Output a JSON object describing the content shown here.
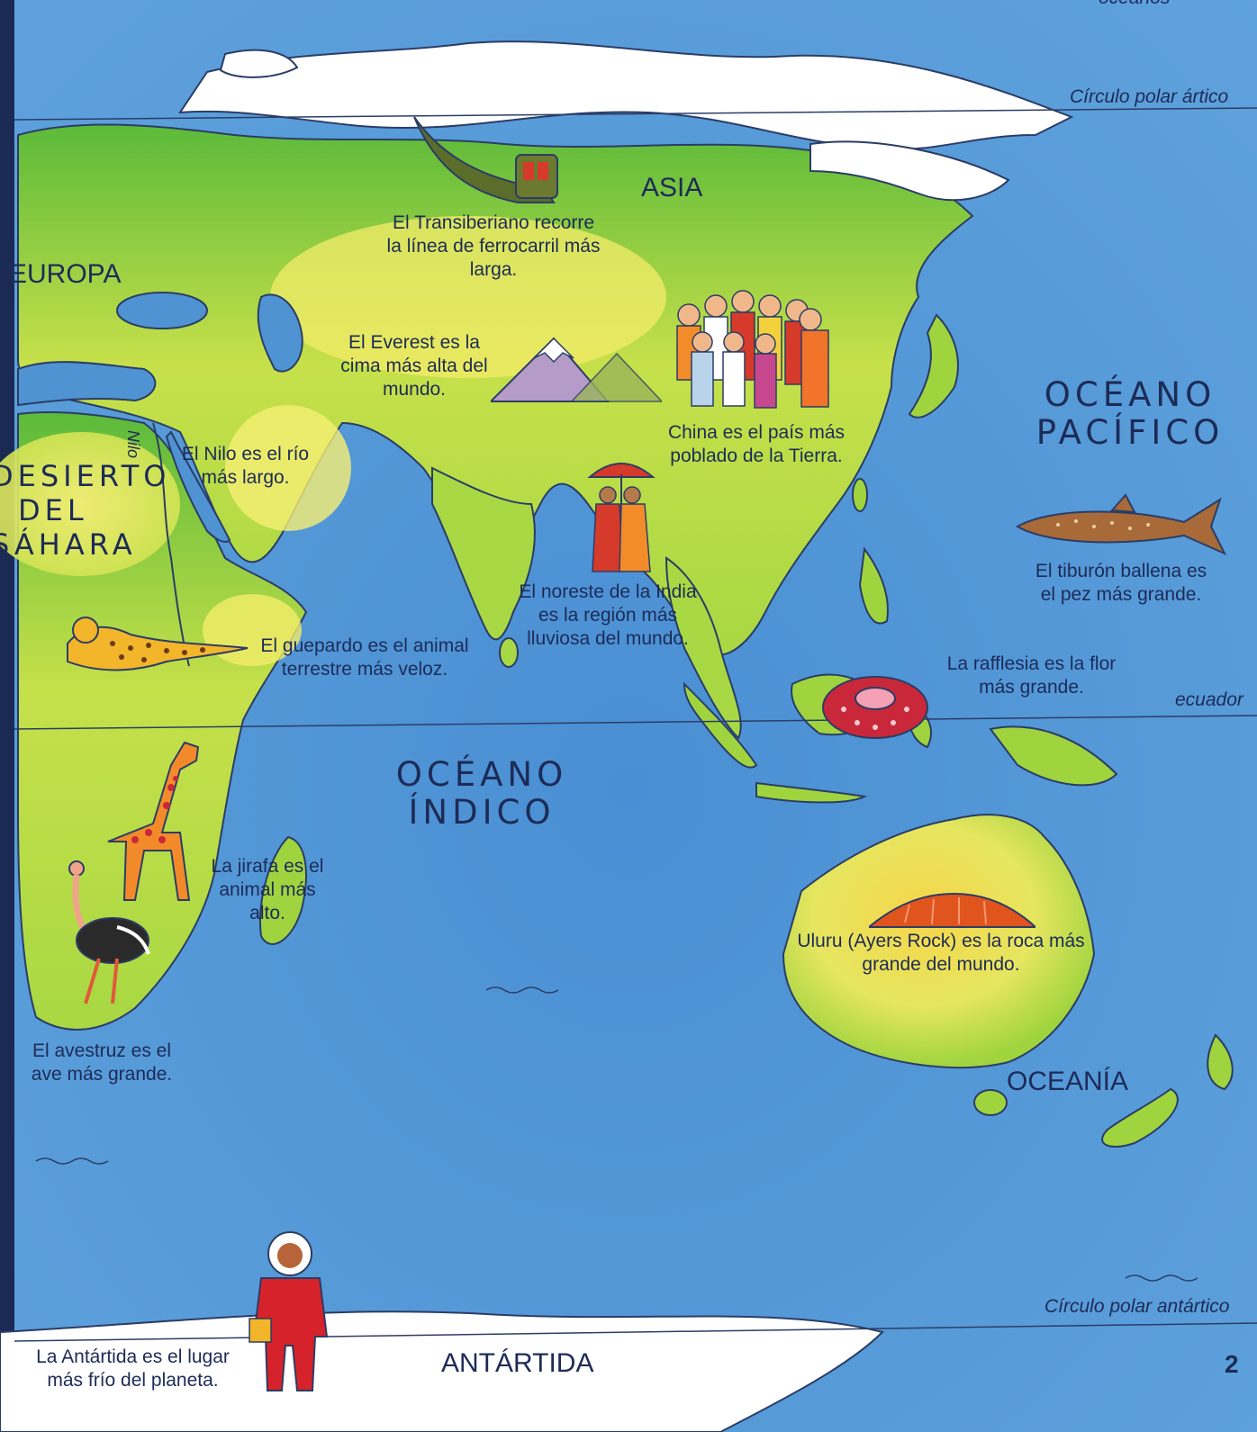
{
  "lines": {
    "arctic_circle": "Círculo polar ártico",
    "antarctic_circle": "Círculo polar antártico",
    "equator": "ecuador",
    "top_edge": "océanos"
  },
  "continents": {
    "asia": "ASIA",
    "europe": "EUROPA",
    "oceania": "OCEANÍA",
    "antarctica": "ANTÁRTIDA"
  },
  "regions": {
    "sahara_line1": "DESIERTO",
    "sahara_line2": "DEL",
    "sahara_line3": "SÁHARA",
    "nile_river": "Nilo"
  },
  "oceans": {
    "pacific_line1": "OCÉANO",
    "pacific_line2": "PACÍFICO",
    "indian_line1": "OCÉANO",
    "indian_line2": "ÍNDICO"
  },
  "facts": {
    "trans_siberian": "El Transiberiano recorre la línea de ferrocarril más larga.",
    "everest": "El Everest es la cima más alta del mundo.",
    "china": "China es el país más poblado de la Tierra.",
    "nile": "El Nilo es el río más largo.",
    "india_rain": "El noreste de la India es la región más lluviosa del mundo.",
    "cheetah": "El guepardo es el animal terrestre más veloz.",
    "whale_shark": "El tiburón ballena es el pez más grande.",
    "rafflesia": "La rafflesia es la flor más grande.",
    "giraffe": "La jirafa es el animal más alto.",
    "uluru": "Uluru (Ayers Rock) es la roca más grande del mundo.",
    "ostrich": "El avestruz es el ave más grande.",
    "antarctica_cold": "La Antártida es el lugar más frío del planeta."
  },
  "page_number": "2",
  "colors": {
    "ocean": "#4f93d2",
    "land_green": "#8fcf3c",
    "land_yellow": "#f3ea5a",
    "ice": "#ffffff",
    "text": "#1d2b57"
  }
}
